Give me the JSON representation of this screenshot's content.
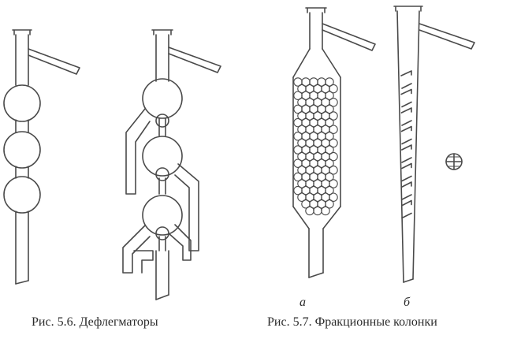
{
  "figures": [
    {
      "caption": "Рис. 5.6. Дефлегматоры",
      "items": [
        "dephlegmator-three-bulb",
        "dephlegmator-bulb-with-return-tubes"
      ]
    },
    {
      "caption": "Рис. 5.7. Фракционные колонки",
      "items": [
        {
          "label": "а",
          "kind": "packed-column"
        },
        {
          "label": "б",
          "kind": "vigreux-column"
        }
      ]
    }
  ],
  "colors": {
    "stroke": "#4a4a4a",
    "background": "#ffffff"
  }
}
